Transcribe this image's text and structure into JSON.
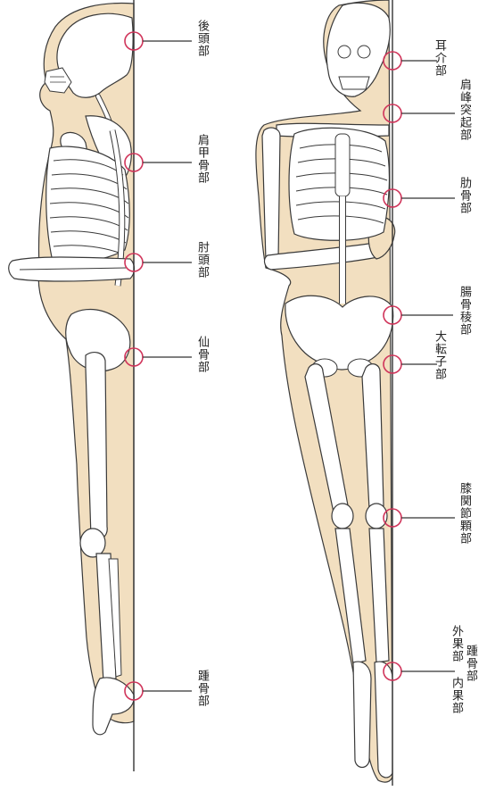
{
  "colors": {
    "skin": "#f2dfc0",
    "bone": "#ffffff",
    "outline": "#3a3a3a",
    "marker": "#d0345a",
    "line": "#333333"
  },
  "left_figure": {
    "labels": [
      {
        "id": "occipital",
        "text": "後頭部"
      },
      {
        "id": "scapula",
        "text": "肩甲骨部"
      },
      {
        "id": "elbow",
        "text": "肘頭部"
      },
      {
        "id": "sacrum",
        "text": "仙骨部"
      },
      {
        "id": "heel",
        "text": "踵骨部"
      }
    ]
  },
  "right_figure": {
    "labels": [
      {
        "id": "ear",
        "text": "耳介部"
      },
      {
        "id": "acromion",
        "text": "肩峰突起部"
      },
      {
        "id": "rib",
        "text": "肋骨部"
      },
      {
        "id": "iliac",
        "text": "腸骨稜部"
      },
      {
        "id": "trochanter",
        "text": "大転子部"
      },
      {
        "id": "knee",
        "text": "膝関節顆部"
      },
      {
        "id": "ankle_lines",
        "lines": [
          "踵骨部",
          "外果部 内果部"
        ]
      }
    ]
  }
}
